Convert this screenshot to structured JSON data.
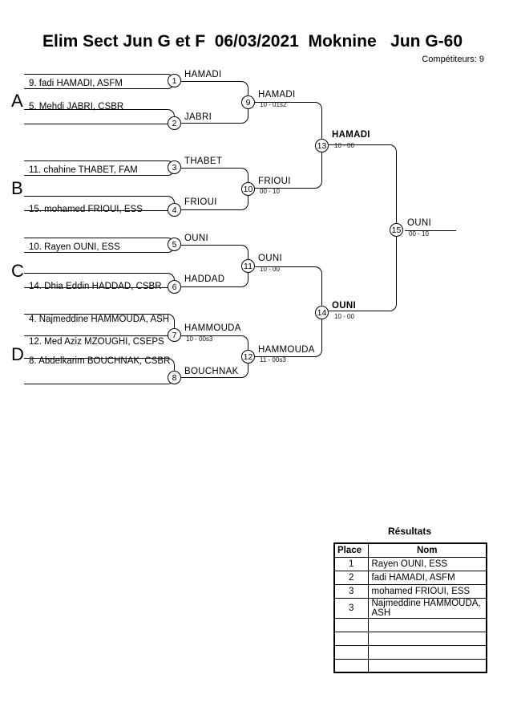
{
  "header": {
    "title": "Elim Sect Jun G et F  06/03/2021  Moknine   Jun G-60",
    "competitors": "Compétiteurs: 9"
  },
  "pools": [
    {
      "letter": "A"
    },
    {
      "letter": "B"
    },
    {
      "letter": "C"
    },
    {
      "letter": "D"
    }
  ],
  "entries": [
    {
      "label": "9. fadi HAMADI, ASFM"
    },
    {
      "label": "5. Mehdi JABRI, CSBR"
    },
    {
      "label": "11. chahine THABET, FAM"
    },
    {
      "label": "15. mohamed FRIOUI, ESS"
    },
    {
      "label": "10. Rayen OUNI, ESS"
    },
    {
      "label": "14. Dhia Eddin HADDAD, CSBR"
    },
    {
      "label": "4. Najmeddine HAMMOUDA, ASH"
    },
    {
      "label": "12. Med Aziz MZOUGHI, CSEPS"
    },
    {
      "label": "8. Abdelkarim BOUCHNAK, CSBR"
    }
  ],
  "matches": [
    {
      "num": "1",
      "winner": "HAMADI",
      "score": ""
    },
    {
      "num": "2",
      "winner": "JABRI",
      "score": ""
    },
    {
      "num": "3",
      "winner": "THABET",
      "score": ""
    },
    {
      "num": "4",
      "winner": "FRIOUI",
      "score": ""
    },
    {
      "num": "5",
      "winner": "OUNI",
      "score": ""
    },
    {
      "num": "6",
      "winner": "HADDAD",
      "score": ""
    },
    {
      "num": "7",
      "winner": "HAMMOUDA",
      "score": "10 - 00s3"
    },
    {
      "num": "8",
      "winner": "BOUCHNAK",
      "score": ""
    },
    {
      "num": "9",
      "winner": "HAMADI",
      "score": "10 - 01s2"
    },
    {
      "num": "10",
      "winner": "FRIOUI",
      "score": "00 - 10"
    },
    {
      "num": "11",
      "winner": "OUNI",
      "score": "10 - 00"
    },
    {
      "num": "12",
      "winner": "HAMMOUDA",
      "score": "11 - 00s3"
    },
    {
      "num": "13",
      "winner": "HAMADI",
      "score": "10 - 00"
    },
    {
      "num": "14",
      "winner": "OUNI",
      "score": "10 - 00"
    },
    {
      "num": "15",
      "winner": "OUNI",
      "score": "00 - 10"
    }
  ],
  "results": {
    "title": "Résultats",
    "columns": {
      "place": "Place",
      "nom": "Nom"
    },
    "rows": [
      {
        "place": "1",
        "nom": "Rayen OUNI, ESS"
      },
      {
        "place": "2",
        "nom": "fadi HAMADI, ASFM"
      },
      {
        "place": "3",
        "nom": "mohamed FRIOUI, ESS"
      },
      {
        "place": "3",
        "nom": "Najmeddine HAMMOUDA, ASH"
      },
      {
        "place": "",
        "nom": ""
      },
      {
        "place": "",
        "nom": ""
      },
      {
        "place": "",
        "nom": ""
      },
      {
        "place": "",
        "nom": ""
      }
    ]
  }
}
